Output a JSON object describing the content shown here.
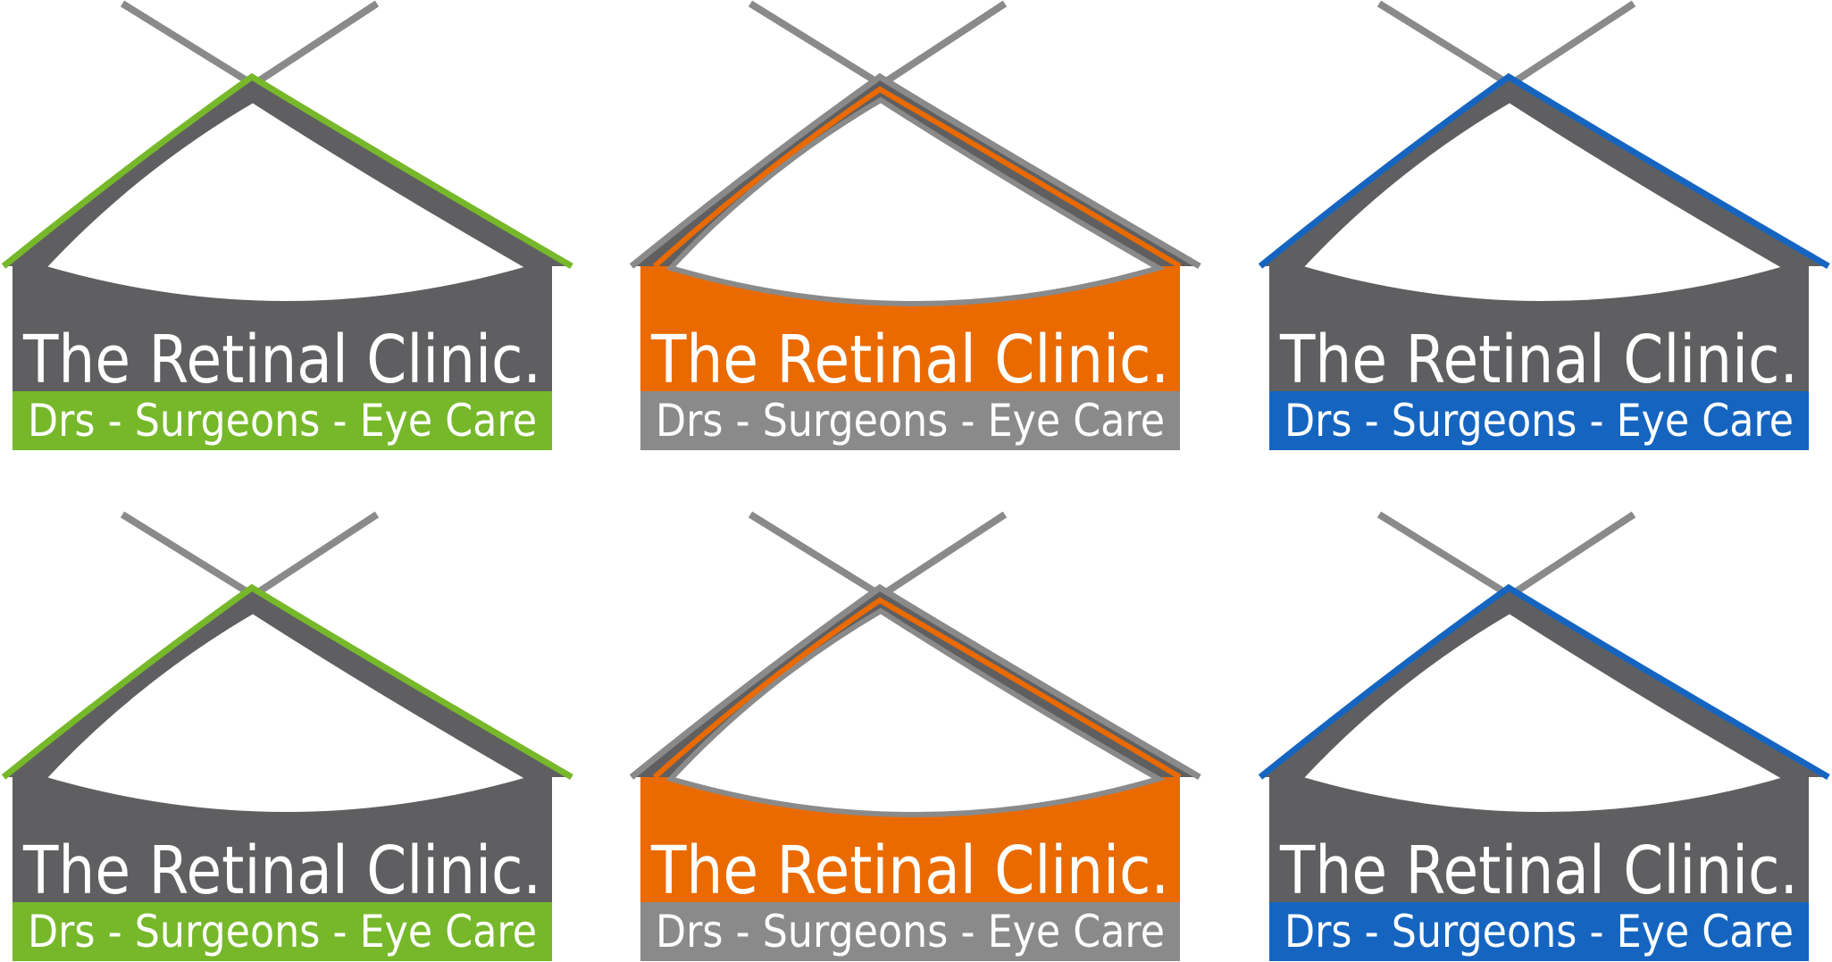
{
  "colors": {
    "green": "#76b82a",
    "orange": "#ea6a00",
    "blue": "#1565c0",
    "dark_gray": "#5f5f61",
    "mid_gray": "#8a8a8a",
    "white": "#ffffff"
  },
  "logos": [
    {
      "variant": "green",
      "title": "The Retinal Clinic.",
      "tagline": "Drs - Surgeons - Eye Care",
      "roof_color": "#76b82a",
      "title_band_color": "#5f5f61",
      "tagline_band_color": "#76b82a"
    },
    {
      "variant": "orange",
      "title": "The Retinal Clinic.",
      "tagline": "Drs - Surgeons - Eye Care",
      "roof_color": "#ea6a00",
      "title_band_color": "#ea6a00",
      "tagline_band_color": "#8a8a8a"
    },
    {
      "variant": "blue",
      "title": "The Retinal Clinic.",
      "tagline": "Drs - Surgeons - Eye Care",
      "roof_color": "#1565c0",
      "title_band_color": "#5f5f61",
      "tagline_band_color": "#1565c0"
    },
    {
      "variant": "green",
      "title": "The Retinal Clinic.",
      "tagline": "Drs - Surgeons - Eye Care",
      "roof_color": "#76b82a",
      "title_band_color": "#5f5f61",
      "tagline_band_color": "#76b82a"
    },
    {
      "variant": "orange",
      "title": "The Retinal Clinic.",
      "tagline": "Drs - Surgeons - Eye Care",
      "roof_color": "#ea6a00",
      "title_band_color": "#ea6a00",
      "tagline_band_color": "#8a8a8a"
    },
    {
      "variant": "blue",
      "title": "The Retinal Clinic.",
      "tagline": "Drs - Surgeons - Eye Care",
      "roof_color": "#1565c0",
      "title_band_color": "#5f5f61",
      "tagline_band_color": "#1565c0"
    }
  ]
}
